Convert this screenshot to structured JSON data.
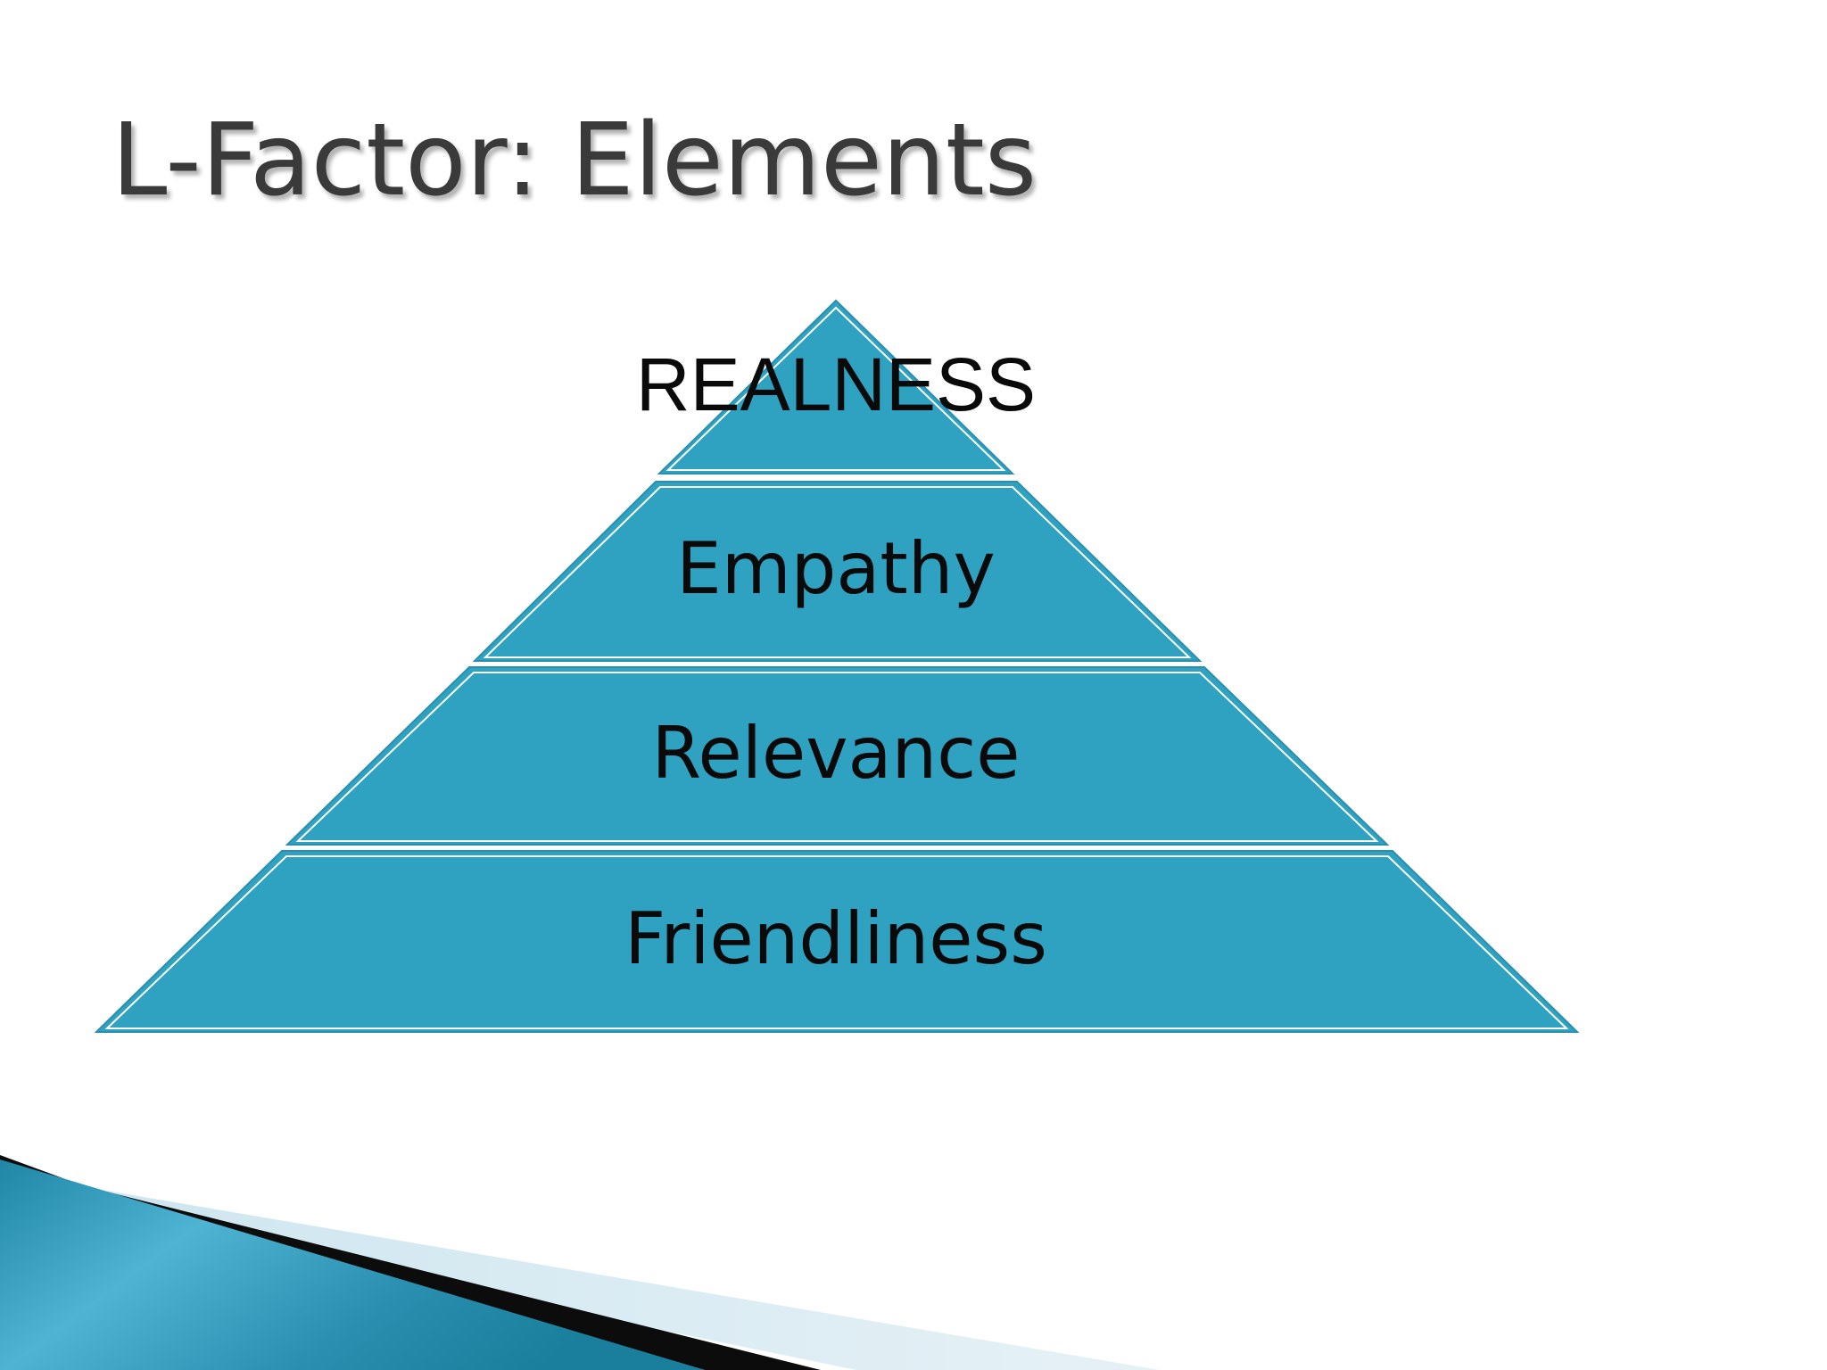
{
  "slide": {
    "title": "L-Factor: Elements"
  },
  "pyramid": {
    "tiers": [
      {
        "label": "REALNESS"
      },
      {
        "label": "Empathy"
      },
      {
        "label": "Relevance"
      },
      {
        "label": "Friendliness"
      }
    ]
  },
  "colors": {
    "tier_fill": "#2fa2c2",
    "title_text": "#3a3a3a",
    "label_text": "#0a0a0a"
  }
}
